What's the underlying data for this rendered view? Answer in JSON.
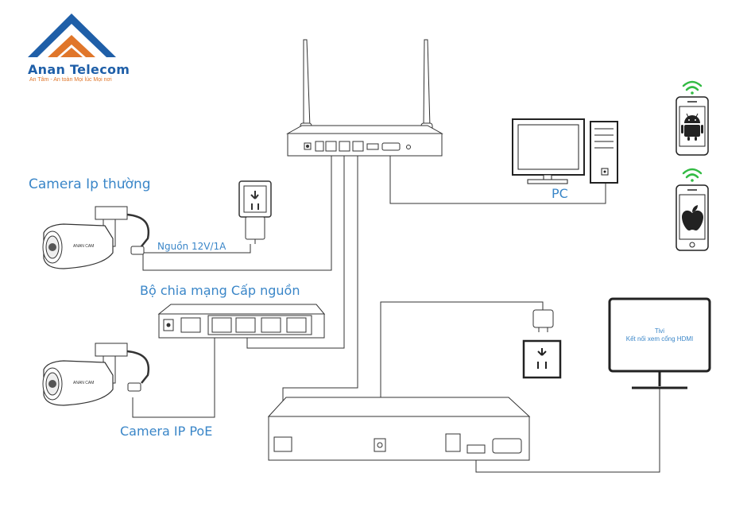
{
  "brand": {
    "name": "Anan Telecom",
    "slogan": "An Tâm - An toàn Mọi lúc Mọi nơi",
    "colors": {
      "blue": "#1f5fa8",
      "orange": "#e0762a"
    }
  },
  "labels": {
    "camera_ip": "Camera Ip thường",
    "power_adapter": "Nguồn 12V/1A",
    "poe_switch": "Bộ chia mạng Cấp nguồn",
    "camera_poe": "Camera IP PoE",
    "pc": "PC",
    "tv_title": "Tivi",
    "tv_subtitle": "Kết nối xem cổng HDMI"
  },
  "icons": {
    "camera_brand_text": "ANAN CAM",
    "android": "android-icon",
    "apple": "apple-icon",
    "wifi": "wifi-icon"
  },
  "colors": {
    "label": "#3a86c8",
    "line": "#333333",
    "wifi": "#33bb44"
  }
}
